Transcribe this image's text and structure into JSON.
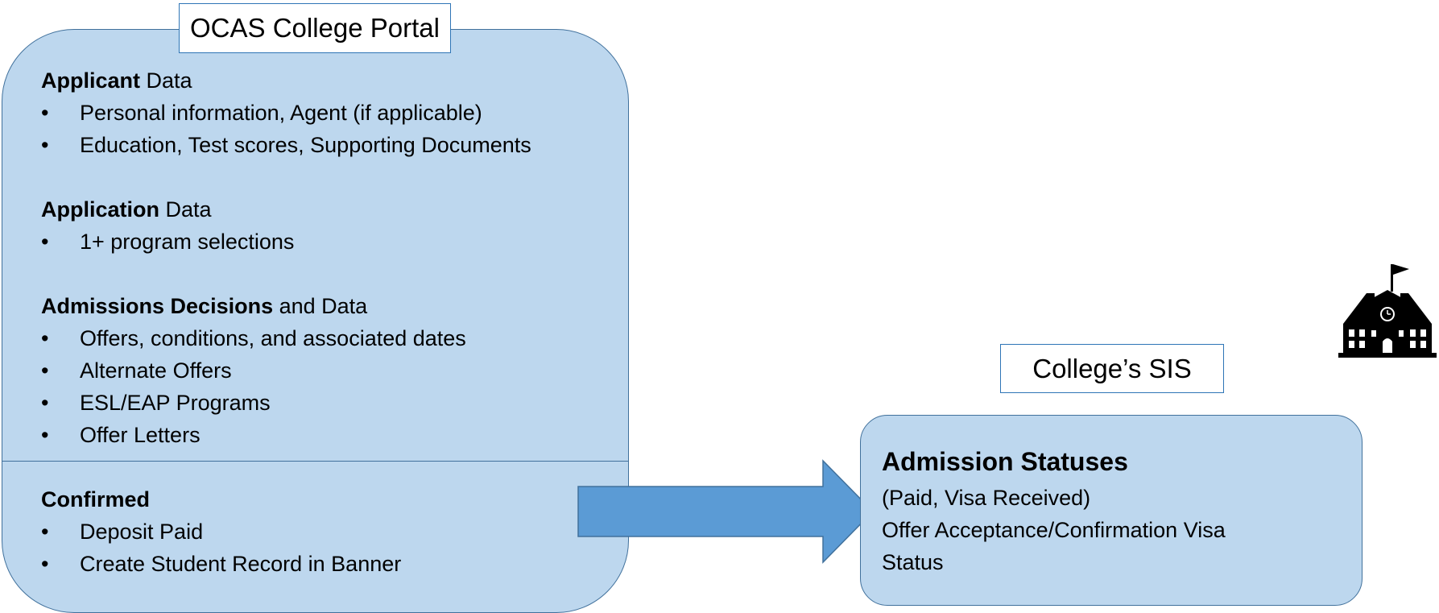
{
  "portal": {
    "title": "OCAS College Portal",
    "sections": [
      {
        "heading_bold": "Applicant",
        "heading_rest": " Data",
        "items": [
          "Personal information, Agent (if applicable)",
          "Education, Test scores, Supporting Documents"
        ]
      },
      {
        "heading_bold": "Application",
        "heading_rest": " Data",
        "items": [
          "1+ program selections"
        ]
      },
      {
        "heading_bold": "Admissions Decisions",
        "heading_rest": " and Data",
        "items": [
          "Offers, conditions, and associated dates",
          "Alternate Offers",
          "ESL/EAP Programs",
          "Offer Letters"
        ]
      },
      {
        "heading_bold": "Confirmed",
        "heading_rest": "",
        "items": [
          "Deposit Paid",
          "Create Student Record in Banner"
        ]
      }
    ]
  },
  "sis": {
    "title": "College’s SIS",
    "heading": "Admission Statuses",
    "lines": [
      "(Paid, Visa Received)",
      "Offer Acceptance/Confirmation Visa",
      "Status"
    ]
  },
  "icons": {
    "arrow": "right-arrow-icon",
    "school": "school-building-icon"
  },
  "colors": {
    "box_fill": "#bdd7ee",
    "box_border": "#41719c",
    "arrow_fill": "#5b9bd5",
    "title_border": "#2e75b6"
  }
}
